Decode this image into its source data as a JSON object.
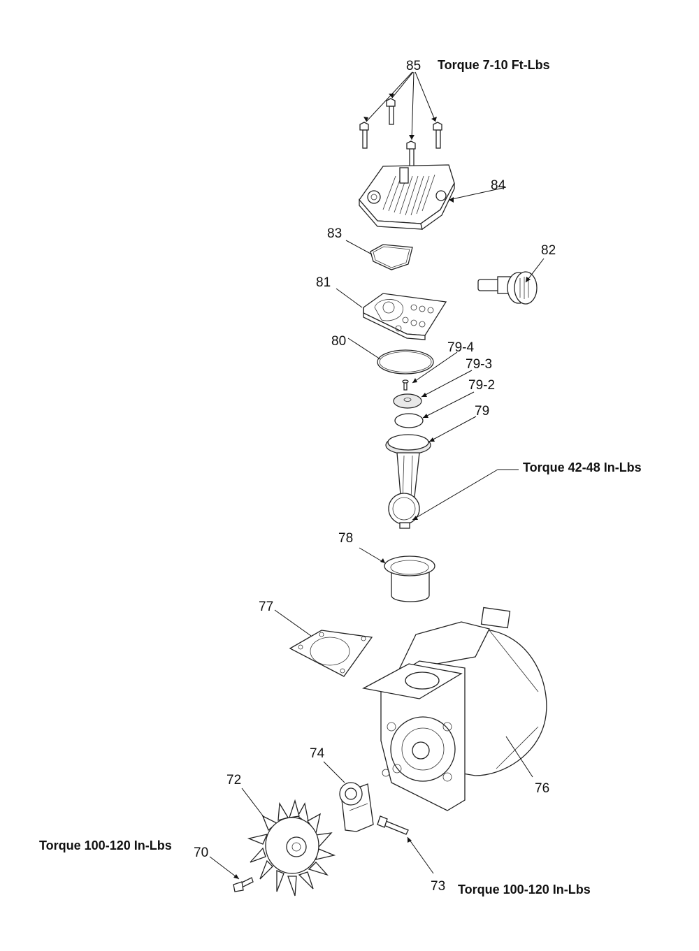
{
  "diagram": {
    "callouts": [
      {
        "id": "p85",
        "text": "85"
      },
      {
        "id": "p84",
        "text": "84"
      },
      {
        "id": "p83",
        "text": "83"
      },
      {
        "id": "p82",
        "text": "82"
      },
      {
        "id": "p81",
        "text": "81"
      },
      {
        "id": "p80",
        "text": "80"
      },
      {
        "id": "p79_4",
        "text": "79-4"
      },
      {
        "id": "p79_3",
        "text": "79-3"
      },
      {
        "id": "p79_2",
        "text": "79-2"
      },
      {
        "id": "p79",
        "text": "79"
      },
      {
        "id": "p78",
        "text": "78"
      },
      {
        "id": "p77",
        "text": "77"
      },
      {
        "id": "p76",
        "text": "76"
      },
      {
        "id": "p74",
        "text": "74"
      },
      {
        "id": "p73",
        "text": "73"
      },
      {
        "id": "p72",
        "text": "72"
      },
      {
        "id": "p70",
        "text": "70"
      }
    ],
    "torque_notes": {
      "head_bolts": "Torque 7-10 Ft-Lbs",
      "connecting_rod": "Torque 42-48 In-Lbs",
      "fan_bolt": "Torque 100-120 In-Lbs",
      "eccentric_bolt": "Torque 100-120 In-Lbs"
    }
  }
}
